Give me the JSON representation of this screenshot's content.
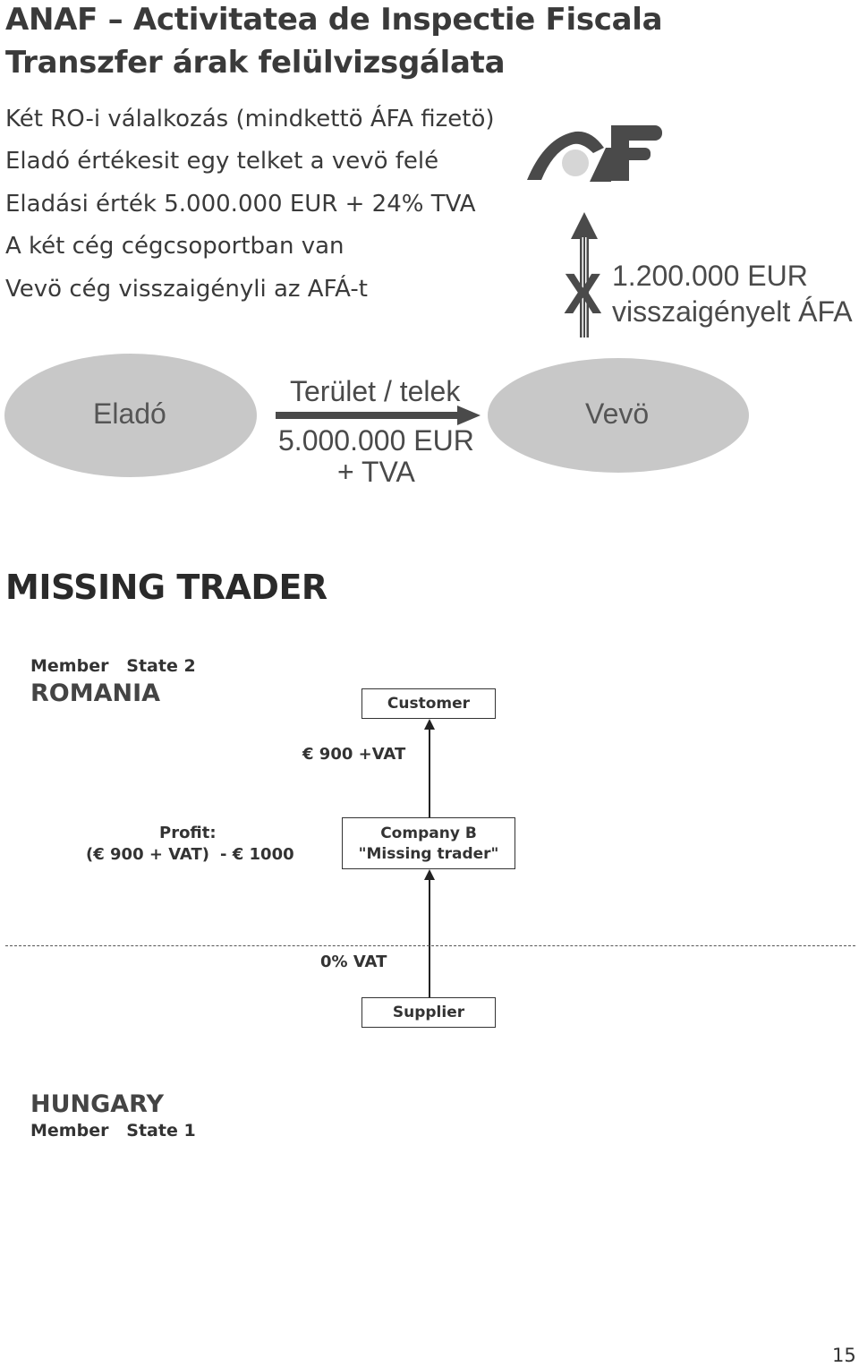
{
  "header": {
    "title_line1": "ANAF – Activitatea de Inspectie Fiscala",
    "title_line2": "Transzfer árak felülvizsgálata"
  },
  "bullets": [
    "Két RO-i válalkozás (mindkettö ÁFA fizetö)",
    "Eladó értékesit egy telket a vevö felé",
    "Eladási érték 5.000.000 EUR + 24% TVA",
    "A két cég cégcsoportban van",
    "Vevö cég visszaigényli az AFÁ-t"
  ],
  "logo": {
    "icon": "anaf-logo-icon"
  },
  "refund": {
    "amount": "1.200.000 EUR",
    "label": "visszaigényelt ÁFA",
    "mark": "X"
  },
  "transaction": {
    "seller": "Eladó",
    "buyer": "Vevö",
    "item": "Terület / telek",
    "price": "5.000.000 EUR",
    "tax": "+ TVA"
  },
  "missing_trader": {
    "heading": "MISSING TRADER",
    "member_state_2": "Member   State 2",
    "country_top": "ROMANIA",
    "customer": "Customer",
    "sale_price": "€  900 +VAT",
    "profit_label": "Profit:",
    "profit_formula_a": "(€  900 + VAT)",
    "profit_formula_b": "-  €  1000",
    "company_b_line1": "Company B",
    "company_b_line2": "\"Missing trader\"",
    "zero_vat": "0% VAT",
    "supplier": "Supplier",
    "country_bottom": "HUNGARY",
    "member_state_1": "Member   State 1"
  },
  "page": {
    "number": "15"
  },
  "colors": {
    "ellipse_fill": "#c8c8c8",
    "text_dark": "#3a3a3a",
    "logo_dark": "#4a4a4a",
    "logo_light": "#d6d6d6"
  }
}
